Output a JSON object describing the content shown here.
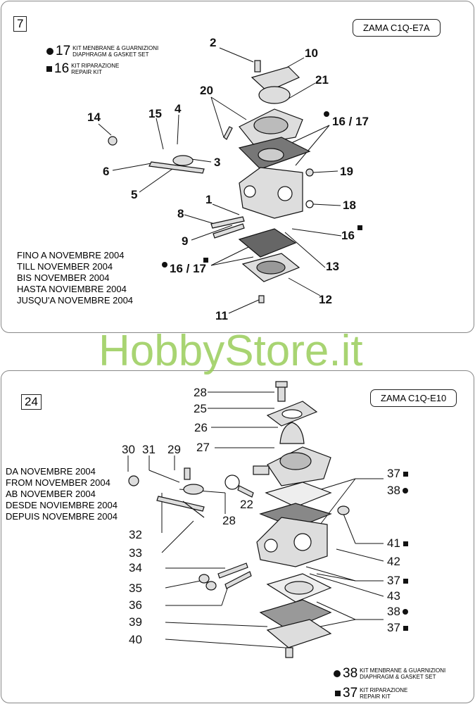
{
  "top": {
    "fig": "7",
    "model": "ZAMA C1Q-E7A",
    "legend": [
      {
        "marker": "circle",
        "num": "17",
        "l1": "KIT MENBRANE & GUARNIZIONI",
        "l2": "DIAPHRAGM & GASKET  SET"
      },
      {
        "marker": "square",
        "num": "16",
        "l1": "KIT RIPARAZIONE",
        "l2": "REPAIR KIT"
      }
    ],
    "dates": [
      "FINO A NOVEMBRE 2004",
      "TILL NOVEMBER 2004",
      "BIS NOVEMBER 2004",
      "HASTA NOVIEMBRE 2004",
      "JUSQU'A NOVEMBRE 2004"
    ],
    "labels": {
      "n2": "2",
      "n10": "10",
      "n21": "21",
      "n20": "20",
      "n16_17a": "16 / 17",
      "n14": "14",
      "n15": "15",
      "n4": "4",
      "n6": "6",
      "n3": "3",
      "n5": "5",
      "n19": "19",
      "n18": "18",
      "n1": "1",
      "n8": "8",
      "n9": "9",
      "n16": "16",
      "n16_17b": "16 / 17",
      "n13": "13",
      "n12": "12",
      "n11": "11"
    }
  },
  "bottom": {
    "fig": "24",
    "model": "ZAMA C1Q-E10",
    "legend": [
      {
        "marker": "circle",
        "num": "38",
        "l1": "KIT MENBRANE & GUARNIZIONI",
        "l2": "DIAPHRAGM & GASKET  SET"
      },
      {
        "marker": "square",
        "num": "37",
        "l1": "KIT RIPARAZIONE",
        "l2": "REPAIR KIT"
      }
    ],
    "dates": [
      "DA NOVEMBRE 2004",
      "FROM NOVEMBER 2004",
      "AB NOVEMBER 2004",
      "DESDE NOVIEMBRE 2004",
      "DEPUIS NOVEMBRE 2004"
    ],
    "labels": {
      "n28a": "28",
      "n25": "25",
      "n26": "26",
      "n27": "27",
      "n30": "30",
      "n31": "31",
      "n29": "29",
      "n22": "22",
      "n28b": "28",
      "n32": "32",
      "n33": "33",
      "n34": "34",
      "n35": "35",
      "n36": "36",
      "n39": "39",
      "n40": "40",
      "n37a": "37",
      "n38a": "38",
      "n41": "41",
      "n42": "42",
      "n37b": "37",
      "n43": "43",
      "n38b": "38",
      "n37c": "37"
    }
  },
  "watermark": "HobbyStore.it"
}
